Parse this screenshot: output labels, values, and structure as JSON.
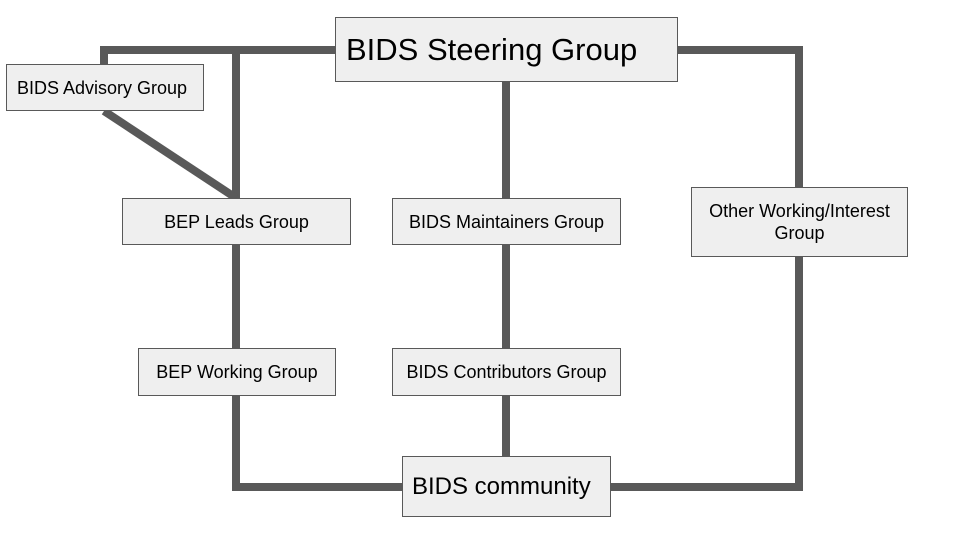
{
  "diagram": {
    "nodes": {
      "steering": "BIDS Steering Group",
      "advisory": "BIDS Advisory Group",
      "bep_leads": "BEP Leads Group",
      "maintainers": "BIDS Maintainers Group",
      "other": "Other Working/Interest Group",
      "bep_working": "BEP Working Group",
      "contributors": "BIDS Contributors Group",
      "community": "BIDS community"
    },
    "connections": [
      [
        "steering",
        "advisory"
      ],
      [
        "steering",
        "bep_leads"
      ],
      [
        "advisory",
        "bep_leads"
      ],
      [
        "steering",
        "maintainers"
      ],
      [
        "steering",
        "other"
      ],
      [
        "bep_leads",
        "bep_working"
      ],
      [
        "maintainers",
        "contributors"
      ],
      [
        "bep_working",
        "community"
      ],
      [
        "contributors",
        "community"
      ],
      [
        "other",
        "community"
      ]
    ],
    "colors": {
      "connector": "#595959",
      "node_fill": "#efefef",
      "node_border": "#595959",
      "text": "#000000"
    }
  }
}
